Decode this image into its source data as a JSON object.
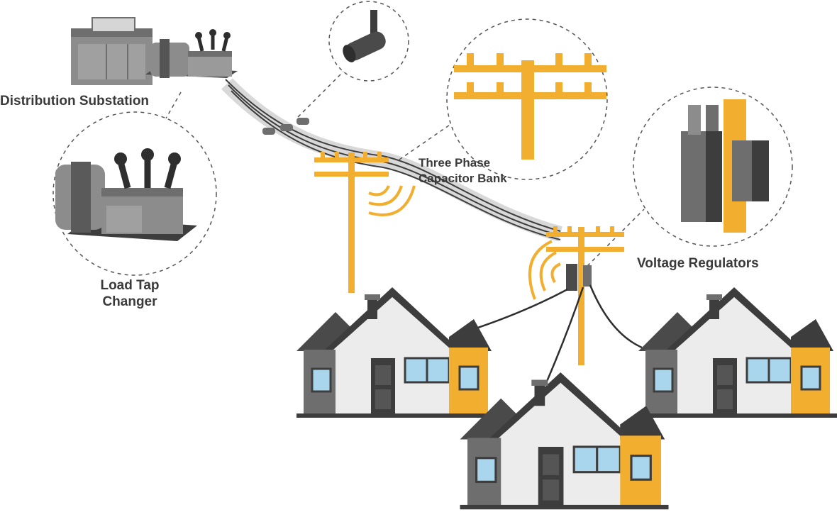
{
  "labels": {
    "distribution_substation": "Distribution Substation",
    "load_tap_changer_line1": "Load Tap",
    "load_tap_changer_line2": "Changer",
    "capacitor_line1": "Three Phase",
    "capacitor_line2": "Capacitor Bank",
    "voltage_regulators": "Voltage Regulators"
  },
  "colors": {
    "accent_orange": "#f2ae2e",
    "dark_gray": "#3d3d3d",
    "mid_gray": "#6e6e6e",
    "light_gray": "#a9a9a9",
    "wall_white": "#ececec",
    "window_blue": "#a9d6ec"
  },
  "icons": [
    "substation-icon",
    "camera-sensor-icon",
    "utility-pole-icon",
    "capacitor-bank-icon",
    "voltage-regulator-icon",
    "house-icon",
    "wireless-signal-icon"
  ]
}
